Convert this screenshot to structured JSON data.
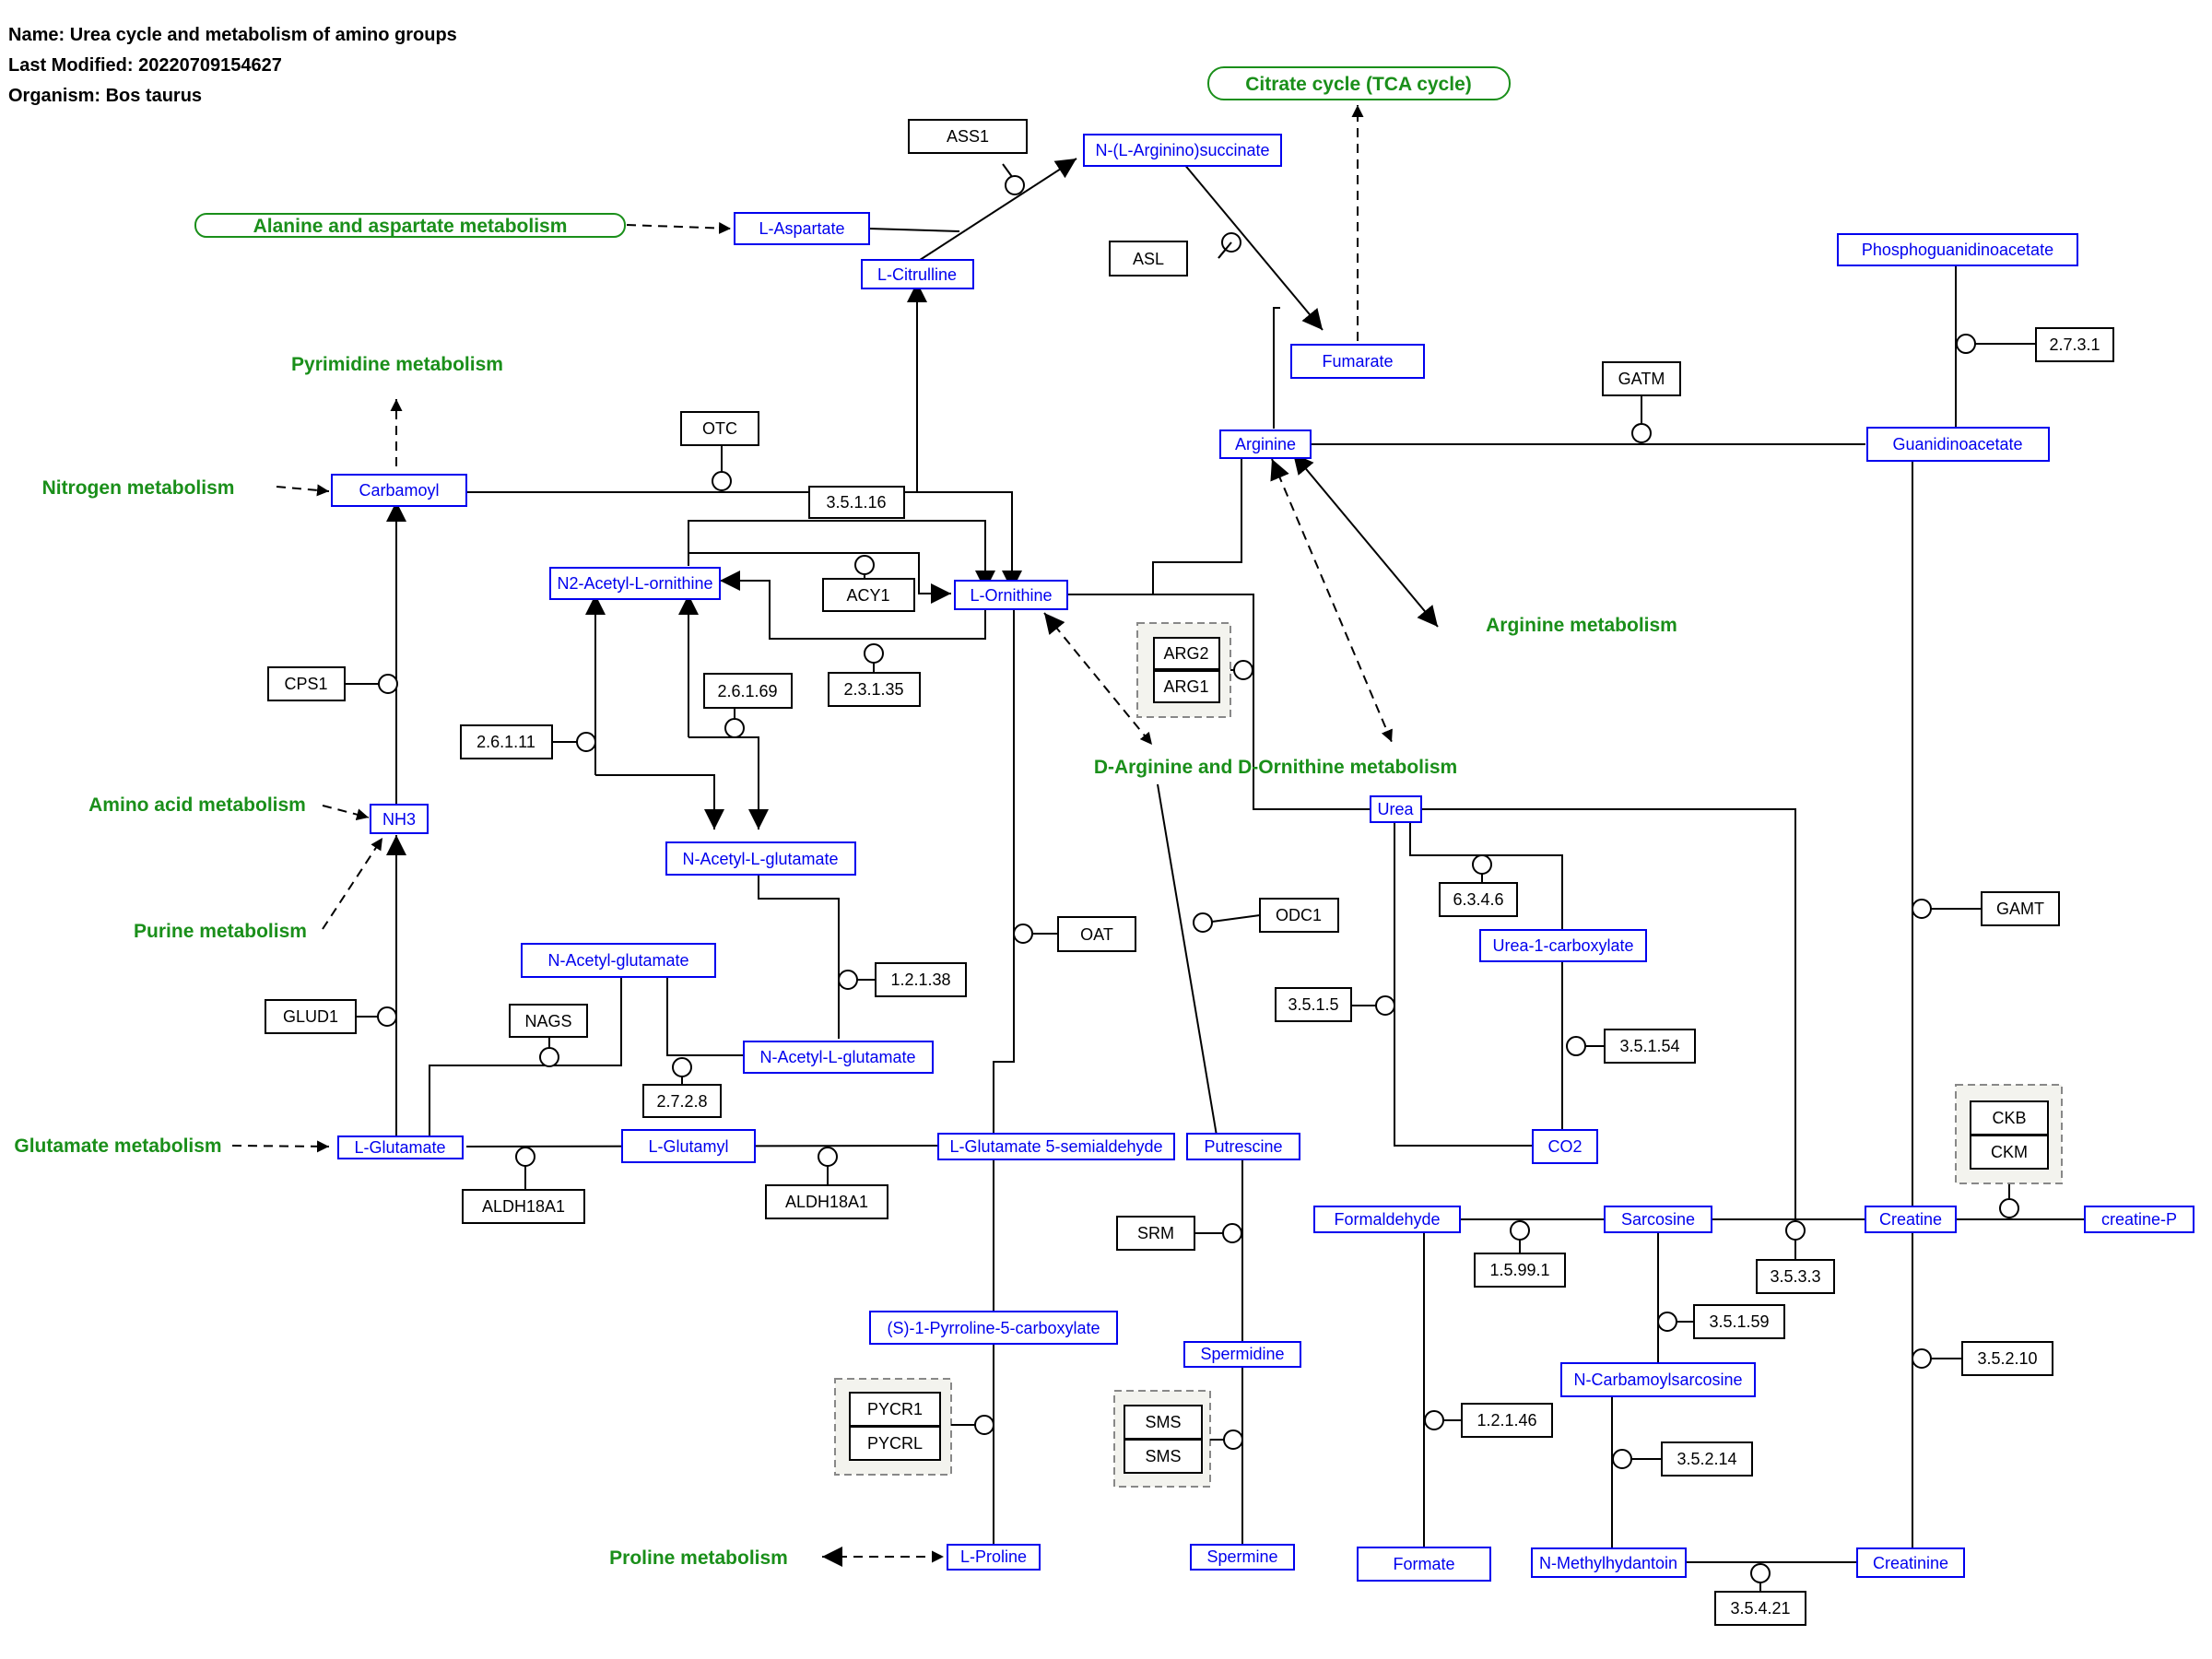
{
  "header": {
    "name_line": "Name: Urea cycle and metabolism of amino groups",
    "modified_line": "Last Modified: 20220709154627",
    "organism_line": "Organism: Bos taurus"
  },
  "colors": {
    "metabolite": "#0000ee",
    "gene": "#000000",
    "pathway": "#1a8f1a",
    "group_fill": "#f3f3ee",
    "group_border": "#888888"
  },
  "metabolites": {
    "n_arginino_succinate": "N-(L-Arginino)succinate",
    "l_aspartate": "L-Aspartate",
    "l_citrulline": "L-Citrulline",
    "fumarate": "Fumarate",
    "arginine": "Arginine",
    "carbamoyl": "Carbamoyl",
    "n2_acetyl_l_ornithine": "N2-Acetyl-L-ornithine",
    "l_ornithine": "L-Ornithine",
    "phosphoguanidinoacetate": "Phosphoguanidinoacetate",
    "guanidinoacetate": "Guanidinoacetate",
    "nh3": "NH3",
    "n_acetyl_l_glutamate_1": "N-Acetyl-L-glutamate",
    "urea": "Urea",
    "urea_1_carboxylate": "Urea-1-carboxylate",
    "n_acetyl_glutamate": "N-Acetyl-glutamate",
    "n_acetyl_l_glutamate_2": "N-Acetyl-L-glutamate",
    "co2": "CO2",
    "l_glutamate": "L-Glutamate",
    "l_glutamyl": "L-Glutamyl",
    "l_glutamate_5_semialdehyde": "L-Glutamate 5-semialdehyde",
    "putrescine": "Putrescine",
    "formaldehyde": "Formaldehyde",
    "sarcosine": "Sarcosine",
    "creatine": "Creatine",
    "creatine_p": "creatine-P",
    "pyrroline_5_carboxylate": "(S)-1-Pyrroline-5-carboxylate",
    "spermidine": "Spermidine",
    "n_carbamoylsarcosine": "N-Carbamoylsarcosine",
    "l_proline": "L-Proline",
    "spermine": "Spermine",
    "formate": "Formate",
    "n_methylhydantoin": "N-Methylhydantoin",
    "creatinine": "Creatinine"
  },
  "genes": {
    "ass1": "ASS1",
    "asl": "ASL",
    "otc": "OTC",
    "ec_3_5_1_16": "3.5.1.16",
    "acy1": "ACY1",
    "gatm": "GATM",
    "ec_2_7_3_1": "2.7.3.1",
    "cps1": "CPS1",
    "ec_2_6_1_69": "2.6.1.69",
    "ec_2_3_1_35": "2.3.1.35",
    "arg2": "ARG2",
    "arg1": "ARG1",
    "ec_2_6_1_11": "2.6.1.11",
    "ec_6_3_4_6": "6.3.4.6",
    "gamt": "GAMT",
    "oat": "OAT",
    "odc1": "ODC1",
    "ec_1_2_1_38": "1.2.1.38",
    "glud1": "GLUD1",
    "nags": "NAGS",
    "ec_3_5_1_5": "3.5.1.5",
    "ec_3_5_1_54": "3.5.1.54",
    "ec_2_7_2_8": "2.7.2.8",
    "ckb": "CKB",
    "ckm": "CKM",
    "aldh18a1_1": "ALDH18A1",
    "aldh18a1_2": "ALDH18A1",
    "srm": "SRM",
    "ec_1_5_99_1": "1.5.99.1",
    "ec_3_5_3_3": "3.5.3.3",
    "ec_3_5_1_59": "3.5.1.59",
    "ec_3_5_2_10": "3.5.2.10",
    "pycr1": "PYCR1",
    "pycrl": "PYCRL",
    "sms_1": "SMS",
    "sms_2": "SMS",
    "ec_1_2_1_46": "1.2.1.46",
    "ec_3_5_2_14": "3.5.2.14",
    "ec_3_5_4_21": "3.5.4.21"
  },
  "pathways": {
    "tca_cycle": "Citrate cycle (TCA cycle)",
    "alanine_aspartate": "Alanine and aspartate metabolism",
    "pyrimidine": "Pyrimidine metabolism",
    "nitrogen": "Nitrogen metabolism",
    "arginine_metabolism": "Arginine metabolism",
    "d_arginine": "D-Arginine and D-Ornithine metabolism",
    "amino_acid": "Amino acid metabolism",
    "purine": "Purine metabolism",
    "glutamate": "Glutamate metabolism",
    "proline": "Proline metabolism"
  }
}
